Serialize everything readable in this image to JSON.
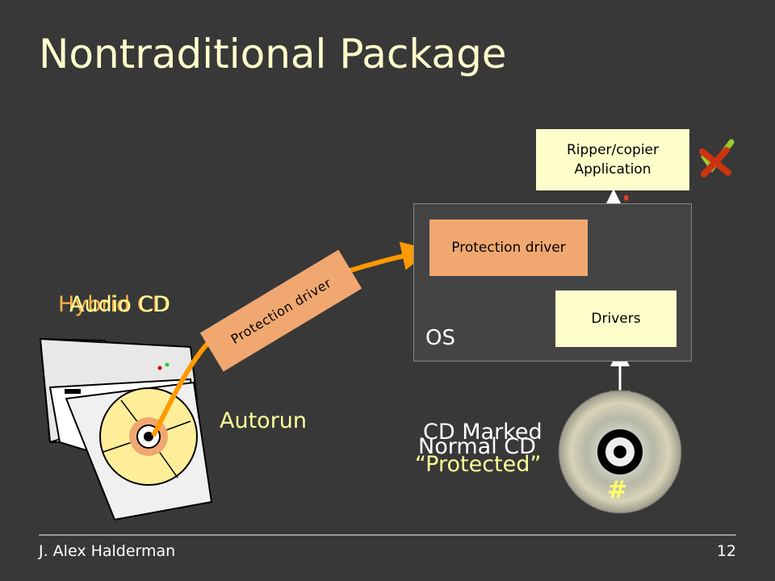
{
  "title": "Nontraditional Package",
  "labels": {
    "hybrid_cd": "Hybrid CD",
    "audio_cd": "Audio CD",
    "autorun": "Autorun",
    "package_driver": "Protection driver",
    "os": "OS",
    "cd_marked": "CD Marked",
    "normal_cd": "Normal CD",
    "protected": "“Protected”",
    "hash": "#"
  },
  "boxes": {
    "ripper_line1": "Ripper/copier",
    "ripper_line2": "Application",
    "protection_driver": "Protection driver",
    "drivers": "Drivers"
  },
  "footer": {
    "author": "J. Alex Halderman",
    "page": "12"
  },
  "colors": {
    "background": "#383838",
    "title": "#ffffcc",
    "orange": "#f0a870",
    "arrow_orange": "#ff9900",
    "yellow_box": "#ffffcc",
    "red_dotted": "#e8401c",
    "check_green": "#99cc33",
    "cross_red": "#cc3311"
  },
  "icons": [
    "cd-drive-icon",
    "compact-disc-icon",
    "check-icon",
    "cross-icon"
  ]
}
